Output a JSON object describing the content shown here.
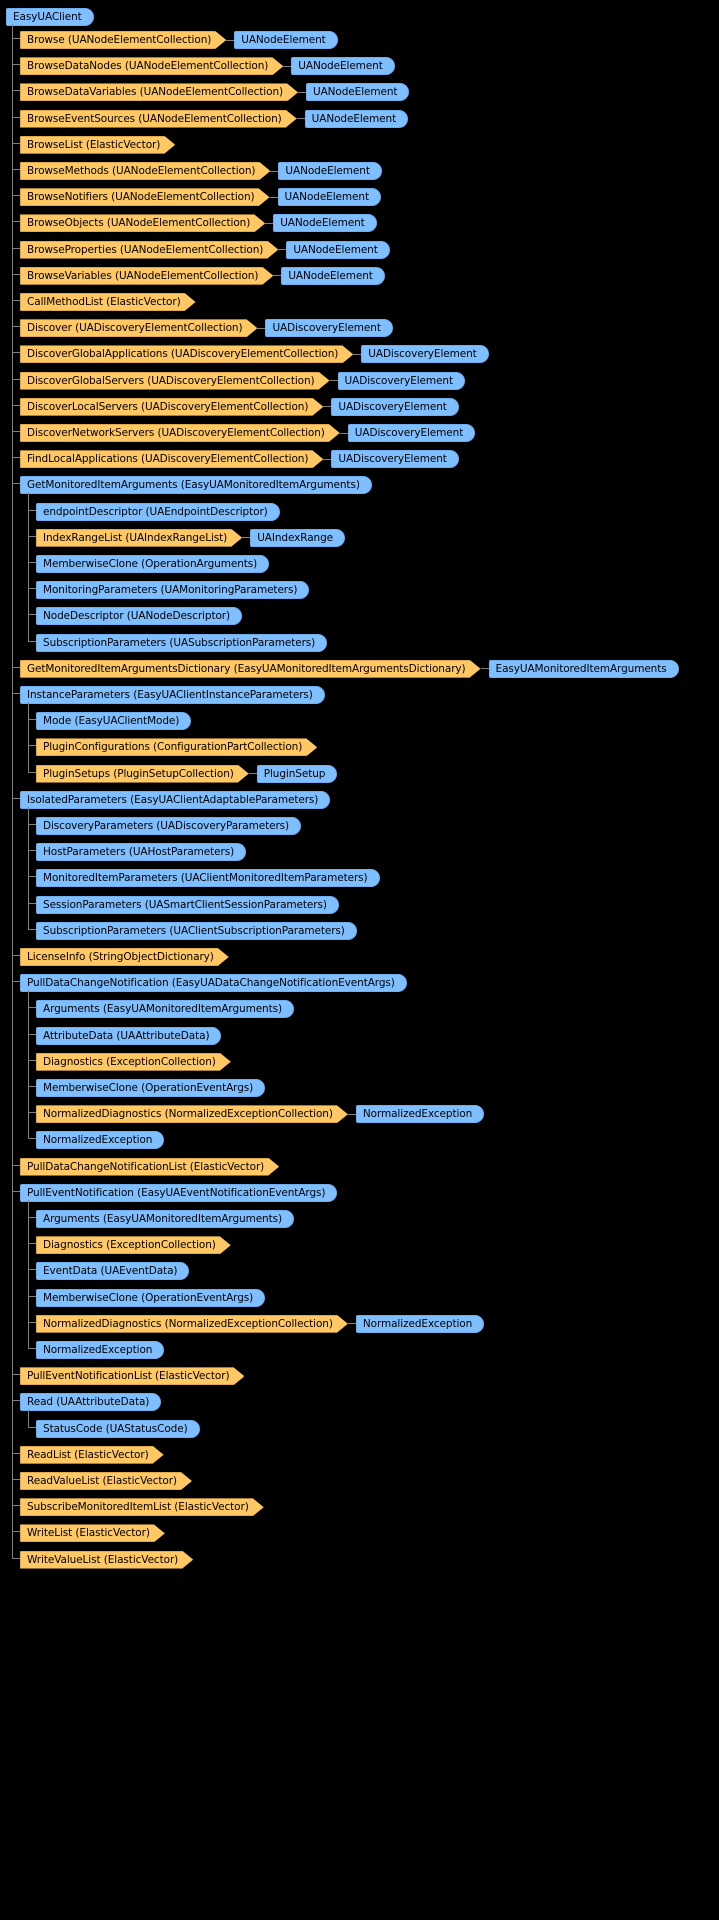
{
  "graph": {
    "title": "EasyUAClient",
    "type": "collaboration-graph",
    "colors": {
      "background": "#000000",
      "class_node_fill": "#80BFFF",
      "class_node_border": "#6FAEF0",
      "collection_node_fill": "#FFC864",
      "collection_node_border": "#E0A94B",
      "connector": "#808080",
      "text": "#000000"
    },
    "root": {
      "label": "EasyUAClient",
      "shape": "blue"
    },
    "nodes": [
      {
        "label": "Browse (UANodeElementCollection)",
        "shape": "orange",
        "depth": 1,
        "target": "UANodeElement",
        "target_shape": "blue"
      },
      {
        "label": "BrowseDataNodes (UANodeElementCollection)",
        "shape": "orange",
        "depth": 1,
        "target": "UANodeElement",
        "target_shape": "blue"
      },
      {
        "label": "BrowseDataVariables (UANodeElementCollection)",
        "shape": "orange",
        "depth": 1,
        "target": "UANodeElement",
        "target_shape": "blue"
      },
      {
        "label": "BrowseEventSources (UANodeElementCollection)",
        "shape": "orange",
        "depth": 1,
        "target": "UANodeElement",
        "target_shape": "blue"
      },
      {
        "label": "BrowseList (ElasticVector)",
        "shape": "orange",
        "depth": 1,
        "target": null,
        "target_shape": null
      },
      {
        "label": "BrowseMethods (UANodeElementCollection)",
        "shape": "orange",
        "depth": 1,
        "target": "UANodeElement",
        "target_shape": "blue"
      },
      {
        "label": "BrowseNotifiers (UANodeElementCollection)",
        "shape": "orange",
        "depth": 1,
        "target": "UANodeElement",
        "target_shape": "blue"
      },
      {
        "label": "BrowseObjects (UANodeElementCollection)",
        "shape": "orange",
        "depth": 1,
        "target": "UANodeElement",
        "target_shape": "blue"
      },
      {
        "label": "BrowseProperties (UANodeElementCollection)",
        "shape": "orange",
        "depth": 1,
        "target": "UANodeElement",
        "target_shape": "blue"
      },
      {
        "label": "BrowseVariables (UANodeElementCollection)",
        "shape": "orange",
        "depth": 1,
        "target": "UANodeElement",
        "target_shape": "blue"
      },
      {
        "label": "CallMethodList (ElasticVector)",
        "shape": "orange",
        "depth": 1,
        "target": null,
        "target_shape": null
      },
      {
        "label": "Discover (UADiscoveryElementCollection)",
        "shape": "orange",
        "depth": 1,
        "target": "UADiscoveryElement",
        "target_shape": "blue"
      },
      {
        "label": "DiscoverGlobalApplications (UADiscoveryElementCollection)",
        "shape": "orange",
        "depth": 1,
        "target": "UADiscoveryElement",
        "target_shape": "blue"
      },
      {
        "label": "DiscoverGlobalServers (UADiscoveryElementCollection)",
        "shape": "orange",
        "depth": 1,
        "target": "UADiscoveryElement",
        "target_shape": "blue"
      },
      {
        "label": "DiscoverLocalServers (UADiscoveryElementCollection)",
        "shape": "orange",
        "depth": 1,
        "target": "UADiscoveryElement",
        "target_shape": "blue"
      },
      {
        "label": "DiscoverNetworkServers (UADiscoveryElementCollection)",
        "shape": "orange",
        "depth": 1,
        "target": "UADiscoveryElement",
        "target_shape": "blue"
      },
      {
        "label": "FindLocalApplications (UADiscoveryElementCollection)",
        "shape": "orange",
        "depth": 1,
        "target": "UADiscoveryElement",
        "target_shape": "blue"
      },
      {
        "label": "GetMonitoredItemArguments (EasyUAMonitoredItemArguments)",
        "shape": "blue",
        "depth": 1,
        "target": null,
        "target_shape": null
      },
      {
        "label": "endpointDescriptor (UAEndpointDescriptor)",
        "shape": "blue",
        "depth": 2,
        "target": null,
        "target_shape": null
      },
      {
        "label": "IndexRangeList (UAIndexRangeList)",
        "shape": "orange",
        "depth": 2,
        "target": "UAIndexRange",
        "target_shape": "blue"
      },
      {
        "label": "MemberwiseClone (OperationArguments)",
        "shape": "blue",
        "depth": 2,
        "target": null,
        "target_shape": null
      },
      {
        "label": "MonitoringParameters (UAMonitoringParameters)",
        "shape": "blue",
        "depth": 2,
        "target": null,
        "target_shape": null
      },
      {
        "label": "NodeDescriptor (UANodeDescriptor)",
        "shape": "blue",
        "depth": 2,
        "target": null,
        "target_shape": null
      },
      {
        "label": "SubscriptionParameters (UASubscriptionParameters)",
        "shape": "blue",
        "depth": 2,
        "target": null,
        "target_shape": null
      },
      {
        "label": "GetMonitoredItemArgumentsDictionary (EasyUAMonitoredItemArgumentsDictionary)",
        "shape": "orange",
        "depth": 1,
        "target": "EasyUAMonitoredItemArguments",
        "target_shape": "blue"
      },
      {
        "label": "InstanceParameters (EasyUAClientInstanceParameters)",
        "shape": "blue",
        "depth": 1,
        "target": null,
        "target_shape": null
      },
      {
        "label": "Mode (EasyUAClientMode)",
        "shape": "blue",
        "depth": 2,
        "target": null,
        "target_shape": null
      },
      {
        "label": "PluginConfigurations (ConfigurationPartCollection)",
        "shape": "orange",
        "depth": 2,
        "target": null,
        "target_shape": null
      },
      {
        "label": "PluginSetups (PluginSetupCollection)",
        "shape": "orange",
        "depth": 2,
        "target": "PluginSetup",
        "target_shape": "blue"
      },
      {
        "label": "IsolatedParameters (EasyUAClientAdaptableParameters)",
        "shape": "blue",
        "depth": 1,
        "target": null,
        "target_shape": null
      },
      {
        "label": "DiscoveryParameters (UADiscoveryParameters)",
        "shape": "blue",
        "depth": 2,
        "target": null,
        "target_shape": null
      },
      {
        "label": "HostParameters (UAHostParameters)",
        "shape": "blue",
        "depth": 2,
        "target": null,
        "target_shape": null
      },
      {
        "label": "MonitoredItemParameters (UAClientMonitoredItemParameters)",
        "shape": "blue",
        "depth": 2,
        "target": null,
        "target_shape": null
      },
      {
        "label": "SessionParameters (UASmartClientSessionParameters)",
        "shape": "blue",
        "depth": 2,
        "target": null,
        "target_shape": null
      },
      {
        "label": "SubscriptionParameters (UAClientSubscriptionParameters)",
        "shape": "blue",
        "depth": 2,
        "target": null,
        "target_shape": null
      },
      {
        "label": "LicenseInfo (StringObjectDictionary)",
        "shape": "orange",
        "depth": 1,
        "target": null,
        "target_shape": null
      },
      {
        "label": "PullDataChangeNotification (EasyUADataChangeNotificationEventArgs)",
        "shape": "blue",
        "depth": 1,
        "target": null,
        "target_shape": null
      },
      {
        "label": "Arguments (EasyUAMonitoredItemArguments)",
        "shape": "blue",
        "depth": 2,
        "target": null,
        "target_shape": null
      },
      {
        "label": "AttributeData (UAAttributeData)",
        "shape": "blue",
        "depth": 2,
        "target": null,
        "target_shape": null
      },
      {
        "label": "Diagnostics (ExceptionCollection)",
        "shape": "orange",
        "depth": 2,
        "target": null,
        "target_shape": null
      },
      {
        "label": "MemberwiseClone (OperationEventArgs)",
        "shape": "blue",
        "depth": 2,
        "target": null,
        "target_shape": null
      },
      {
        "label": "NormalizedDiagnostics (NormalizedExceptionCollection)",
        "shape": "orange",
        "depth": 2,
        "target": "NormalizedException",
        "target_shape": "blue"
      },
      {
        "label": "NormalizedException",
        "shape": "blue",
        "depth": 2,
        "target": null,
        "target_shape": null
      },
      {
        "label": "PullDataChangeNotificationList (ElasticVector)",
        "shape": "orange",
        "depth": 1,
        "target": null,
        "target_shape": null
      },
      {
        "label": "PullEventNotification (EasyUAEventNotificationEventArgs)",
        "shape": "blue",
        "depth": 1,
        "target": null,
        "target_shape": null
      },
      {
        "label": "Arguments (EasyUAMonitoredItemArguments)",
        "shape": "blue",
        "depth": 2,
        "target": null,
        "target_shape": null
      },
      {
        "label": "Diagnostics (ExceptionCollection)",
        "shape": "orange",
        "depth": 2,
        "target": null,
        "target_shape": null
      },
      {
        "label": "EventData (UAEventData)",
        "shape": "blue",
        "depth": 2,
        "target": null,
        "target_shape": null
      },
      {
        "label": "MemberwiseClone (OperationEventArgs)",
        "shape": "blue",
        "depth": 2,
        "target": null,
        "target_shape": null
      },
      {
        "label": "NormalizedDiagnostics (NormalizedExceptionCollection)",
        "shape": "orange",
        "depth": 2,
        "target": "NormalizedException",
        "target_shape": "blue"
      },
      {
        "label": "NormalizedException",
        "shape": "blue",
        "depth": 2,
        "target": null,
        "target_shape": null
      },
      {
        "label": "PullEventNotificationList (ElasticVector)",
        "shape": "orange",
        "depth": 1,
        "target": null,
        "target_shape": null
      },
      {
        "label": "Read (UAAttributeData)",
        "shape": "blue",
        "depth": 1,
        "target": null,
        "target_shape": null
      },
      {
        "label": "StatusCode (UAStatusCode)",
        "shape": "blue",
        "depth": 2,
        "target": null,
        "target_shape": null
      },
      {
        "label": "ReadList (ElasticVector)",
        "shape": "orange",
        "depth": 1,
        "target": null,
        "target_shape": null
      },
      {
        "label": "ReadValueList (ElasticVector)",
        "shape": "orange",
        "depth": 1,
        "target": null,
        "target_shape": null
      },
      {
        "label": "SubscribeMonitoredItemList (ElasticVector)",
        "shape": "orange",
        "depth": 1,
        "target": null,
        "target_shape": null
      },
      {
        "label": "WriteList (ElasticVector)",
        "shape": "orange",
        "depth": 1,
        "target": null,
        "target_shape": null
      },
      {
        "label": "WriteValueList (ElasticVector)",
        "shape": "orange",
        "depth": 1,
        "target": null,
        "target_shape": null
      }
    ]
  }
}
